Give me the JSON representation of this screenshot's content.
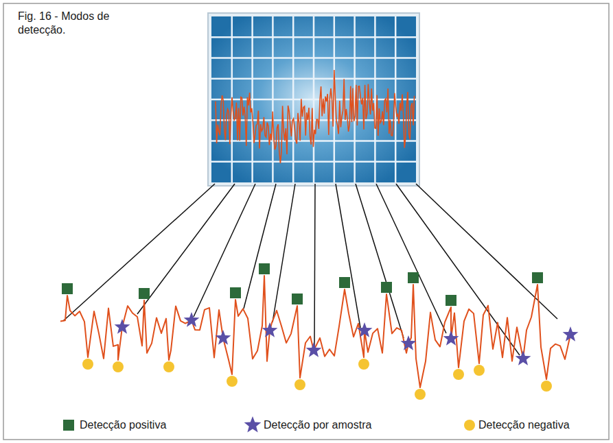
{
  "diagram": {
    "title": "Fig. 16 - Modos de detecção.",
    "legend": [
      {
        "text": "Detecção positiva",
        "color": "#2d6a3a"
      },
      {
        "text": "Detecção por amostra"
      },
      {
        "text": "Detecção negativa",
        "color": "#f5c431"
      }
    ]
  }
}
